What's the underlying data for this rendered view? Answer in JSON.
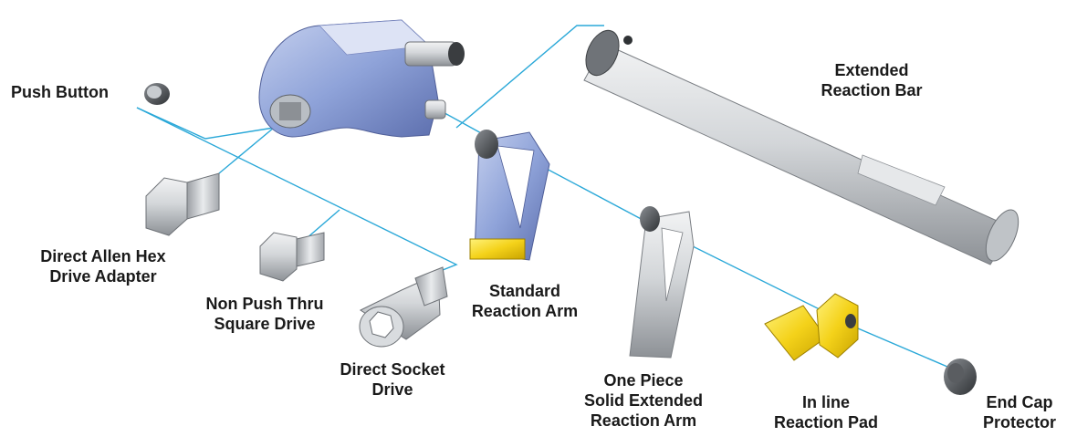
{
  "colors": {
    "leader_line": "#2aa8d8",
    "tool_body_blue": "#8fa3d9",
    "steel": "#cfd2d6",
    "steel_dark": "#6e7277",
    "pad_yellow": "#f4d21a",
    "label_text": "#1a1a1a"
  },
  "labels": {
    "push_button": [
      "Push Button"
    ],
    "extended_reaction_bar": [
      "Extended",
      "Reaction Bar"
    ],
    "direct_allen_hex": [
      "Direct Allen Hex",
      "Drive Adapter"
    ],
    "non_push_thru": [
      "Non Push Thru",
      "Square Drive"
    ],
    "standard_reaction_arm": [
      "Standard",
      "Reaction Arm"
    ],
    "direct_socket_drive": [
      "Direct Socket",
      "Drive"
    ],
    "one_piece_arm": [
      "One Piece",
      "Solid Extended",
      "Reaction Arm"
    ],
    "inline_reaction_pad": [
      "In line",
      "Reaction Pad"
    ],
    "end_cap_protector": [
      "End Cap",
      "Protector"
    ]
  }
}
